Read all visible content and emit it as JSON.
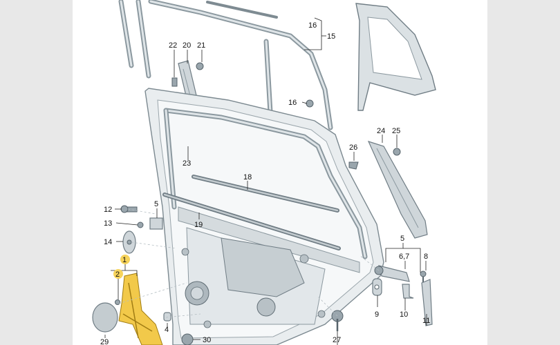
{
  "diagram": {
    "labels": {
      "c1": "1",
      "c2": "2",
      "c4": "4",
      "c5a": "5",
      "c5b": "5",
      "c67": "6,7",
      "c8": "8",
      "c9": "9",
      "c10": "10",
      "c11": "11",
      "c12": "12",
      "c13": "13",
      "c14": "14",
      "c15": "15",
      "c16a": "16",
      "c16b": "16",
      "c18": "18",
      "c19": "19",
      "c20": "20",
      "c21": "21",
      "c22": "22",
      "c23": "23",
      "c24": "24",
      "c25": "25",
      "c26": "26",
      "c27": "27",
      "c29": "29",
      "c30": "30"
    },
    "highlight_color": "#f6d35b",
    "part_color": "#cfd6da",
    "regulator_color": "#f2c94a"
  }
}
